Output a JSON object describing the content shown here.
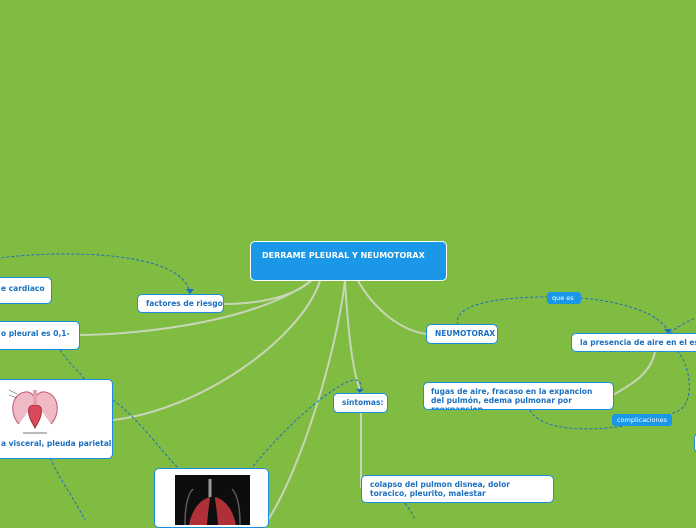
{
  "root": {
    "title": "DERRAME PLEURAL Y NEUMOTORAX"
  },
  "nodes": {
    "factores_riesgo": "factores de riesgo",
    "cardiaco": "e cardiaco",
    "liquido_pleural": "o pleural es 0,1-",
    "visceral": "a visceral, pleuda parietal,",
    "neumotorax": "NEUMOTORAX",
    "presencia_aire": "la presencia de aire en  el esp",
    "fugas_aire": "fugas de aire, fracaso en la expancion del pulmón, edema pulmonar por reexpansion",
    "sintomas": "sintomas:",
    "colapso": "colapso del pulmon disnea, dolor toracico, pleurito, malestar"
  },
  "labels": {
    "que_es": "que es",
    "complicaciones": "complicaciones"
  },
  "colors": {
    "background": "#80bc42",
    "root_fill": "#1b97e8",
    "node_border": "#1b8de0",
    "node_text": "#1b6fc0",
    "link_gray": "#c5cfb8",
    "link_dashed": "#1b6fc0"
  },
  "images": {
    "heart": "heart-diagram-image",
    "lungs": "lungs-xray-image"
  }
}
